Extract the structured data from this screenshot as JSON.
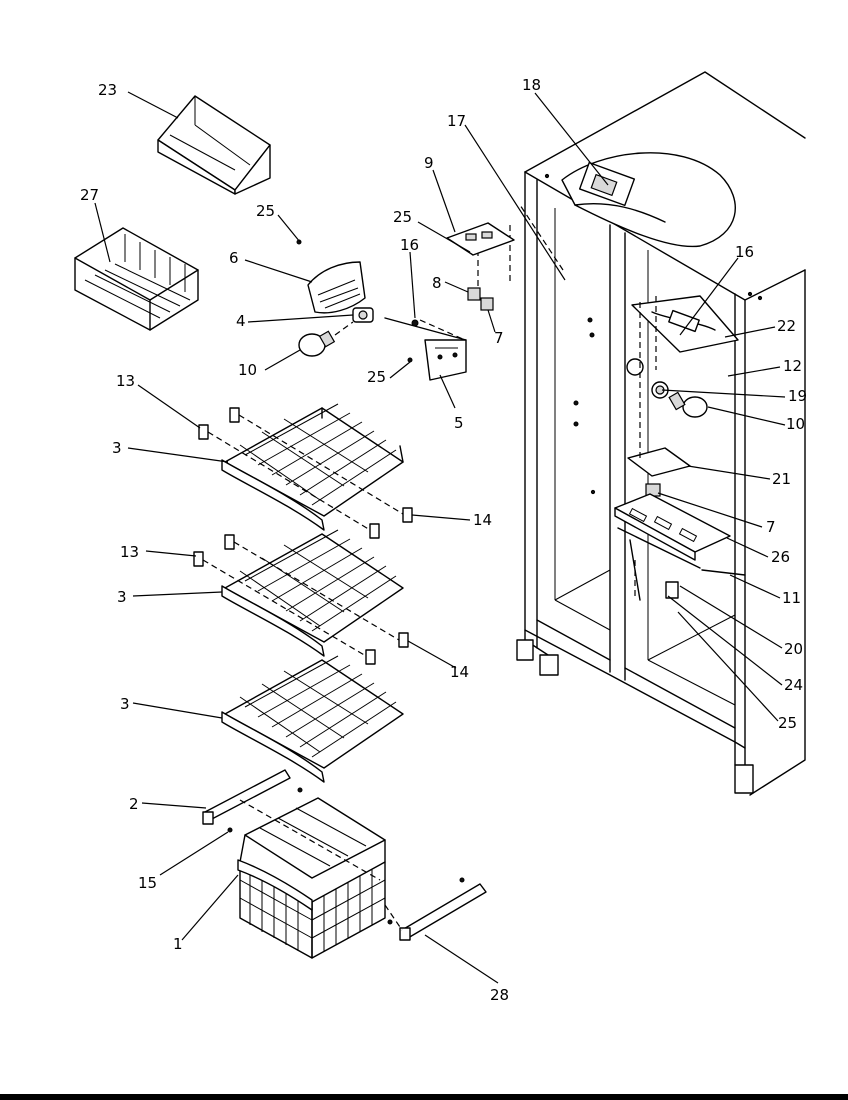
{
  "callouts": {
    "c1": "1",
    "c2": "2",
    "c3a": "3",
    "c3b": "3",
    "c3c": "3",
    "c4": "4",
    "c5": "5",
    "c6": "6",
    "c7a": "7",
    "c7b": "7",
    "c8": "8",
    "c9": "9",
    "c10a": "10",
    "c10b": "10",
    "c11": "11",
    "c12": "12",
    "c13a": "13",
    "c13b": "13",
    "c14a": "14",
    "c14b": "14",
    "c15": "15",
    "c16a": "16",
    "c16b": "16",
    "c17": "17",
    "c18": "18",
    "c19": "19",
    "c20": "20",
    "c21": "21",
    "c22": "22",
    "c23": "23",
    "c24": "24",
    "c25a": "25",
    "c25b": "25",
    "c25c": "25",
    "c25d": "25",
    "c26": "26",
    "c27": "27",
    "c28": "28"
  }
}
